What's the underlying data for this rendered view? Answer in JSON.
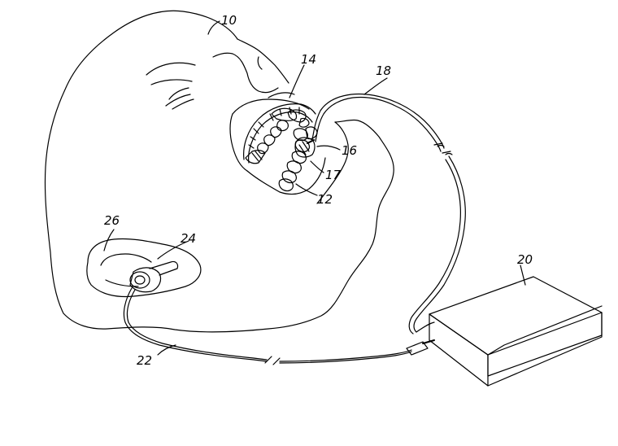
{
  "labels": {
    "head": "10",
    "teeth": "12",
    "tray": "14",
    "electrode": "16",
    "contact": "17",
    "upper_lead": "18",
    "control_unit": "20",
    "lower_lead": "22",
    "ear_electrode": "24",
    "ear": "26"
  }
}
